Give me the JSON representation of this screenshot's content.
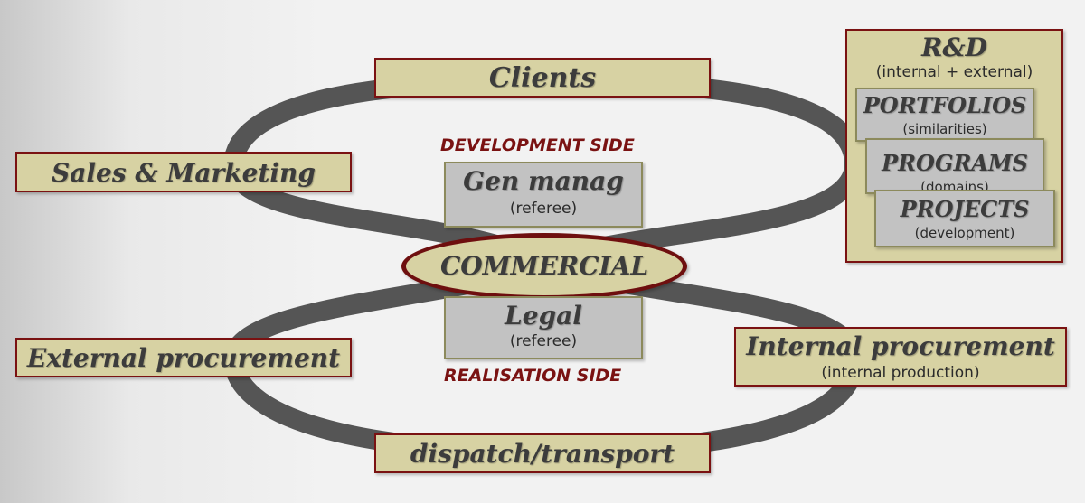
{
  "nodes": {
    "clients": "Clients",
    "sales_marketing": "Sales & Marketing",
    "development_side": "DEVELOPMENT SIDE",
    "gen_manag": {
      "title": "Gen manag",
      "sub": "(referee)"
    },
    "commercial": "COMMERCIAL",
    "legal": {
      "title": "Legal",
      "sub": "(referee)"
    },
    "realisation_side": "REALISATION SIDE",
    "external_procurement": "External procurement",
    "internal_procurement": {
      "title": "Internal procurement",
      "sub": "(internal production)"
    },
    "dispatch_transport": "dispatch/transport",
    "rd": {
      "title": "R&D",
      "sub": "(internal + external)"
    },
    "portfolios": {
      "title": "PORTFOLIOS",
      "sub": "(similarities)"
    },
    "programs": {
      "title": "PROGRAMS",
      "sub": "(domains)"
    },
    "projects": {
      "title": "PROJECTS",
      "sub": "(development)"
    }
  },
  "colors": {
    "loop": "#555555",
    "box_fill": "#d7d2a3",
    "box_border": "#7a1212",
    "grey_fill": "#c2c2c2",
    "accent_text": "#7a1212"
  }
}
